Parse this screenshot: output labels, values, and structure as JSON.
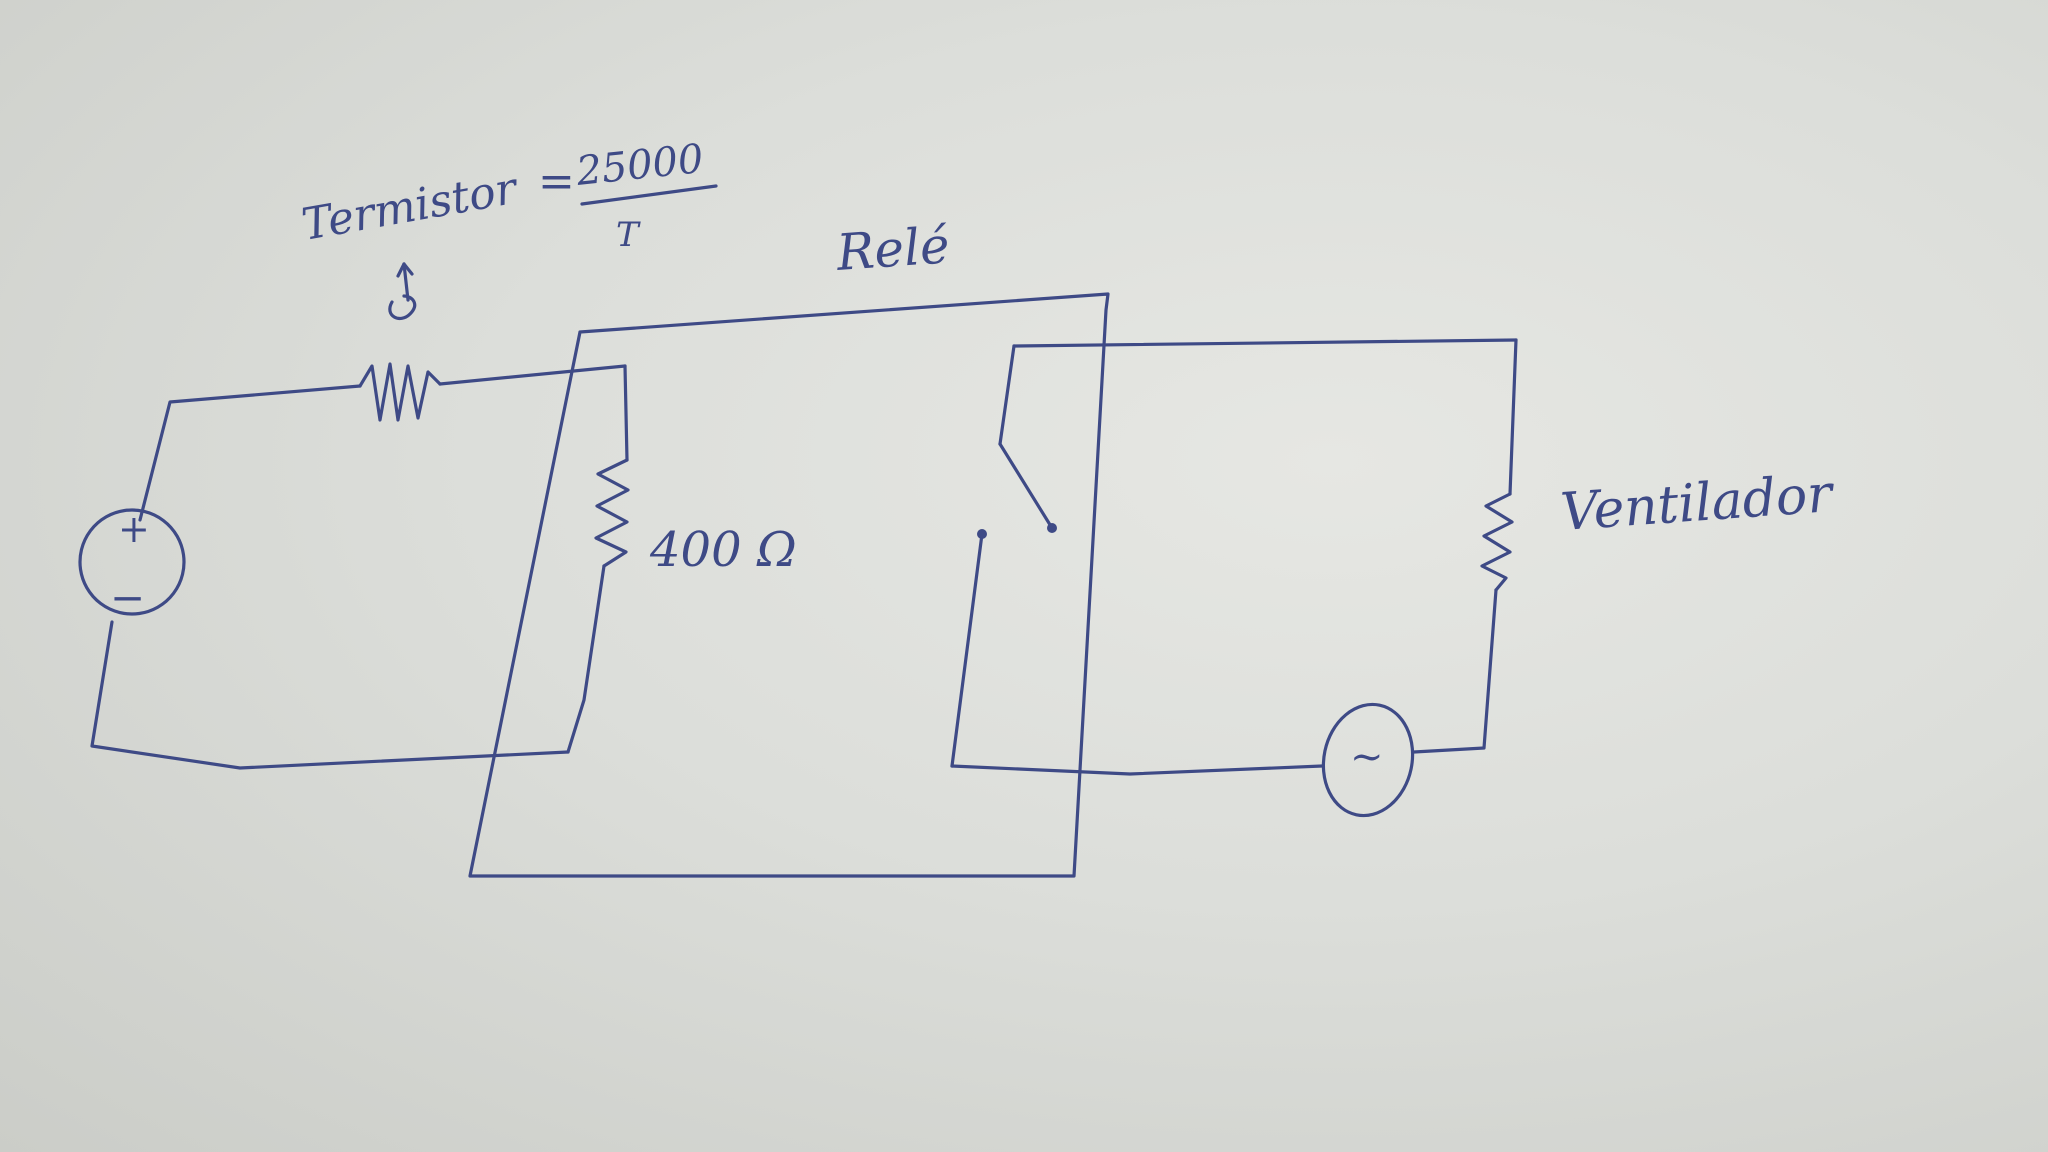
{
  "ink_color": "#3e4a86",
  "paper_color": "#dcdeda",
  "labels": {
    "thermistor_label": "Termistor",
    "thermistor_eq": "=",
    "thermistor_numerator": "25000",
    "thermistor_denominator": "T",
    "relay_label": "Relé",
    "coil_resistance": "400 Ω",
    "fan_label": "Ventilador",
    "dc_plus": "+",
    "dc_minus": "−",
    "ac_symbol": "~"
  },
  "icons": {
    "thermometer": "thermometer-icon"
  }
}
